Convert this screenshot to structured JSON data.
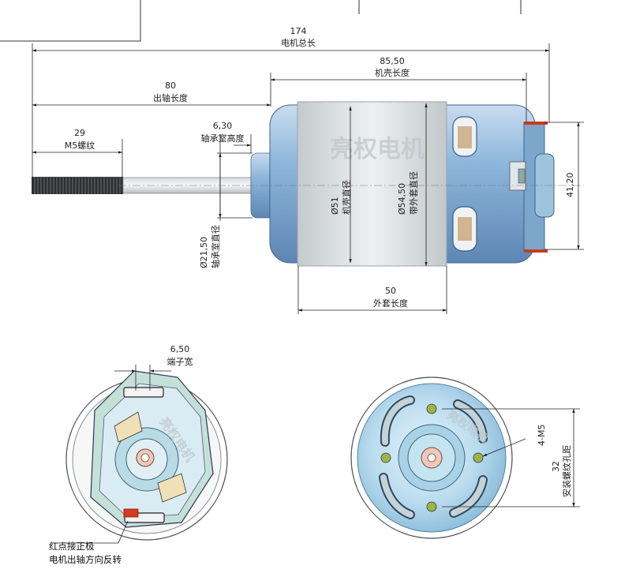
{
  "dimensions": {
    "total_length": {
      "value": "174",
      "label": "电机总长"
    },
    "housing_length": {
      "value": "85,50",
      "label": "机壳长度"
    },
    "shaft_length": {
      "value": "80",
      "label": "出轴长度"
    },
    "thread_length": {
      "value": "29",
      "label": "M5螺纹"
    },
    "bearing_height": {
      "value": "6,30",
      "label": "轴承室高度"
    },
    "bearing_diameter": {
      "value": "Ø21,50",
      "label": "轴承室直径"
    },
    "housing_diameter": {
      "value": "Ø51",
      "label": "机壳直径"
    },
    "sleeve_diameter": {
      "value": "Ø54,50",
      "label": "带外套直径"
    },
    "end_height": {
      "value": "41,20"
    },
    "sleeve_length": {
      "value": "50",
      "label": "外套长度"
    },
    "terminal_width": {
      "value": "6,50",
      "label": "端子宽"
    },
    "hole_spacing": {
      "value": "32",
      "label": "安装螺纹孔距"
    },
    "mount_thread": {
      "value": "4-M5"
    }
  },
  "watermark": "亮权电机",
  "notes": [
    "红点接正极",
    "电机出轴方向反转"
  ],
  "colors": {
    "motor_blue": "#8fb8dc",
    "sleeve_grey": "#d4d9dc",
    "terminal_red": "#d83a1f"
  }
}
